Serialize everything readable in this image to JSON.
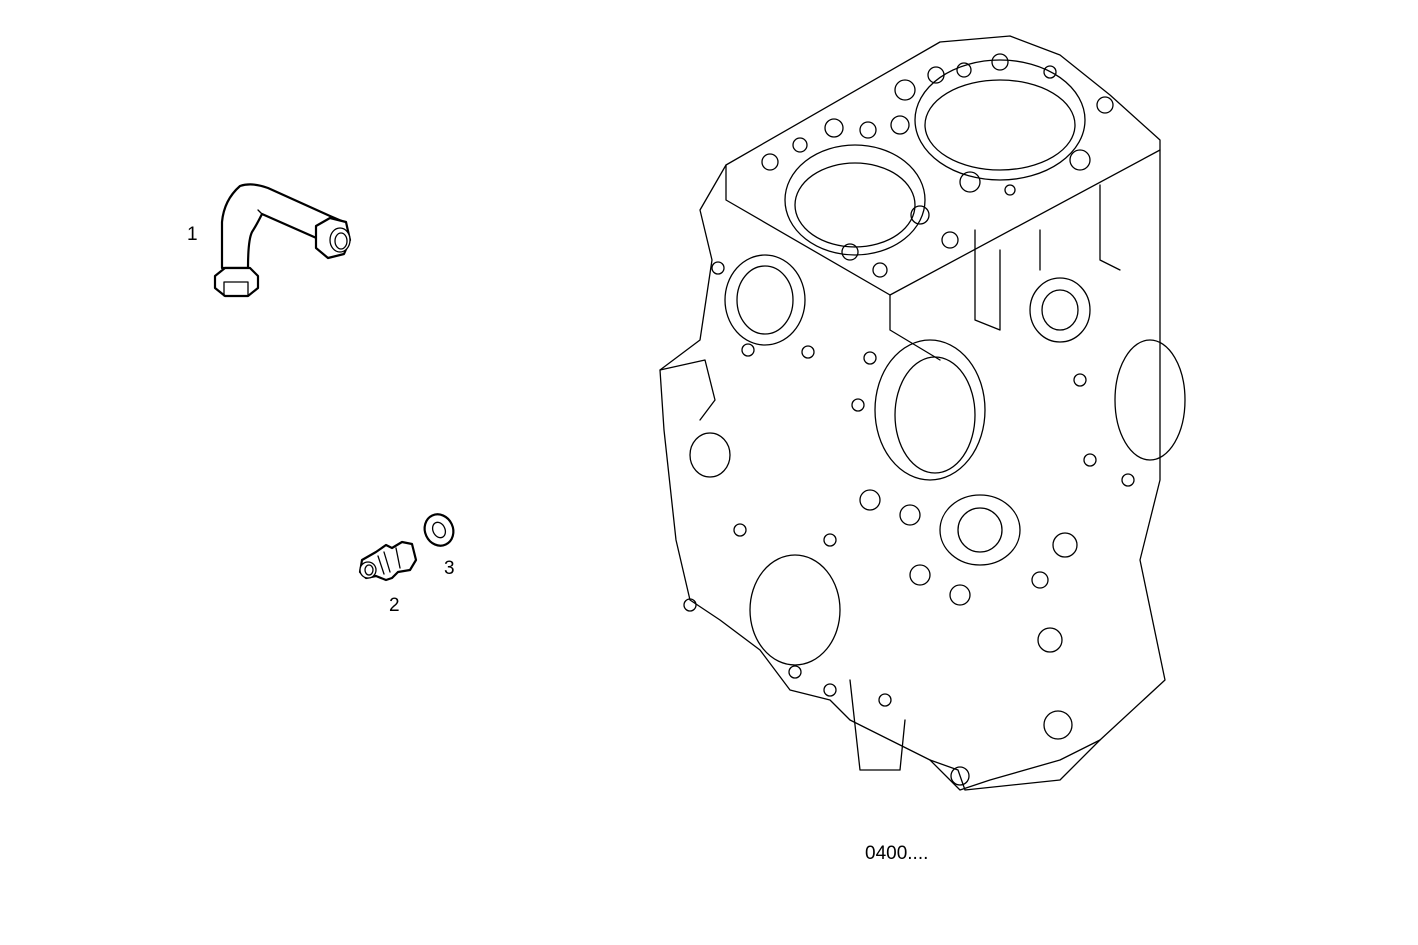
{
  "diagram": {
    "callouts": [
      {
        "number": "1",
        "part": "pipe"
      },
      {
        "number": "2",
        "part": "fitting"
      },
      {
        "number": "3",
        "part": "washer"
      }
    ],
    "reference_code": "0400...."
  }
}
